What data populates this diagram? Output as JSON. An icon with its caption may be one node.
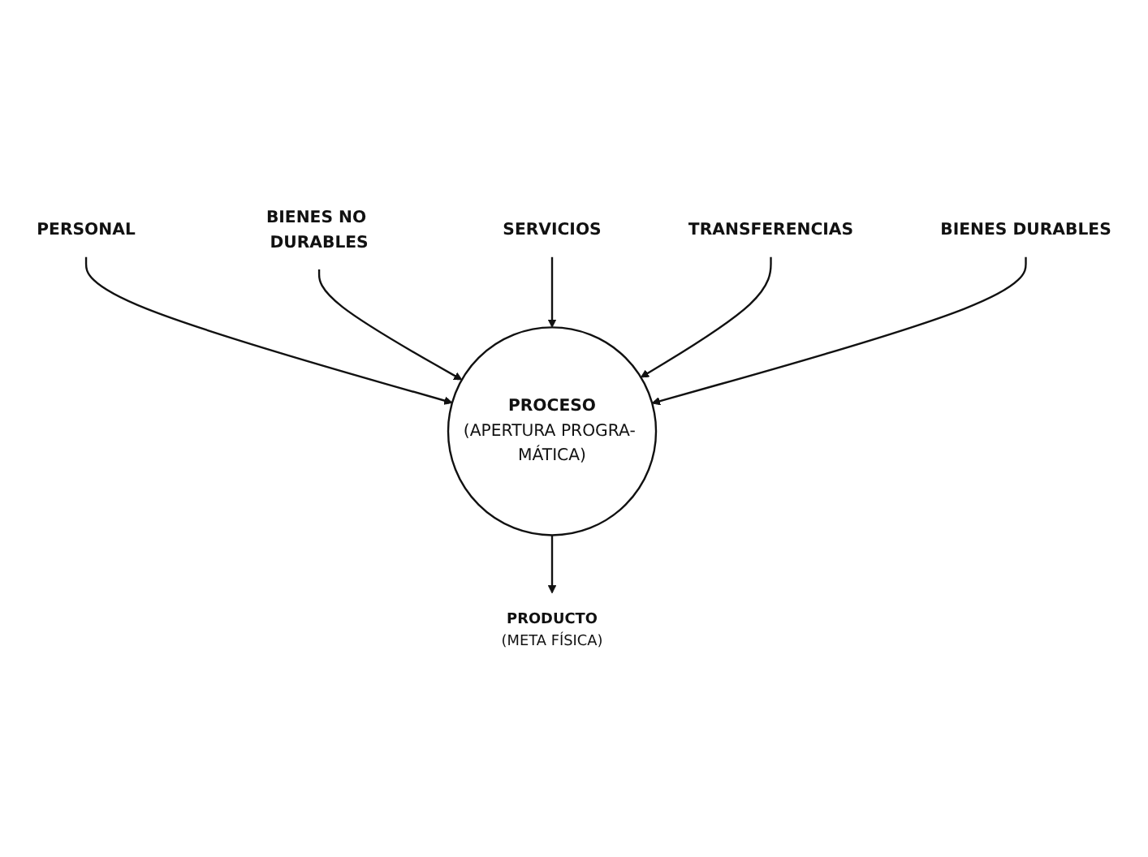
{
  "diagram": {
    "nodes": [
      {
        "text": [
          "PERSONAL"
        ]
      },
      {
        "text": [
          "BIENES NO DURABLES"
        ]
      },
      {
        "text": [
          "SERVICIOS"
        ]
      },
      {
        "text": [
          "TRANSFERENCIAS"
        ]
      },
      {
        "text": [
          "BIENES DURABLES"
        ]
      },
      {
        "text": [
          "PROCESO",
          "(APERTURA PROGRA- MÁTICA)"
        ]
      },
      {
        "text": [
          "PRODUCTO",
          "(META FÍSICA)"
        ]
      }
    ],
    "edges": [
      {
        "from": 0,
        "to": 5,
        "arrow": "to"
      },
      {
        "from": 1,
        "to": 5,
        "arrow": "to"
      },
      {
        "from": 2,
        "to": 5,
        "arrow": "to"
      },
      {
        "from": 3,
        "to": 5,
        "arrow": "to"
      },
      {
        "from": 4,
        "to": 5,
        "arrow": "to"
      },
      {
        "from": 5,
        "to": 6,
        "arrow": "to"
      }
    ]
  }
}
